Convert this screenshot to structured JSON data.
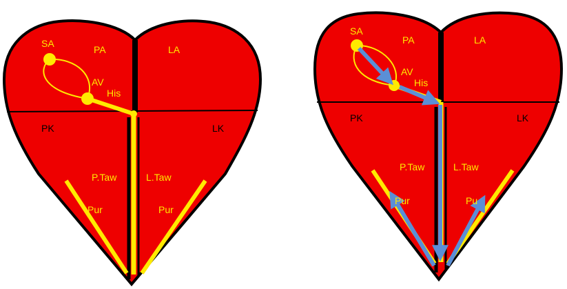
{
  "colors": {
    "heart": "#ee0000",
    "outline": "#000000",
    "conduction": "#ffea00",
    "label": "#ffea00",
    "arrow": "#5b8fd6"
  },
  "left_heart": {
    "labels": {
      "sa": "SA",
      "av": "AV",
      "his": "His",
      "pa": "PA",
      "la": "LA",
      "pk": "PK",
      "lk": "LK",
      "ptaw": "P.Taw",
      "ltaw": "L.Taw",
      "pur_left": "Pur",
      "pur_right": "Pur"
    }
  },
  "right_heart": {
    "labels": {
      "sa": "SA",
      "av": "AV",
      "his": "His",
      "pa": "PA",
      "la": "LA",
      "pk": "PK",
      "lk": "LK",
      "ptaw": "P.Taw",
      "ltaw": "L.Taw",
      "pur_left": "Pur",
      "pur_right": "Pu"
    }
  }
}
